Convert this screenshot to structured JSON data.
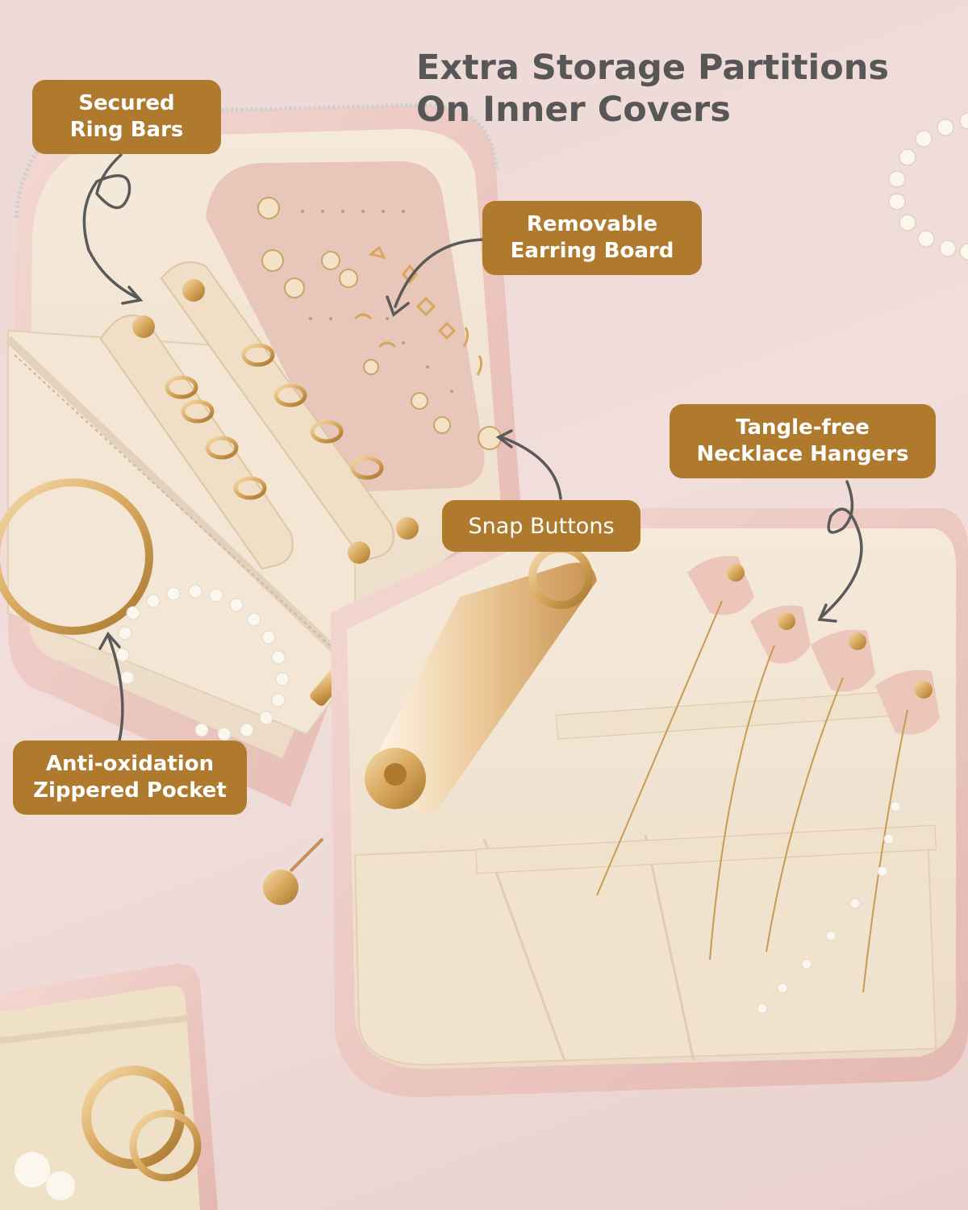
{
  "heading": {
    "line1": "Extra Storage Partitions",
    "line2": "On Inner Covers"
  },
  "callouts": {
    "ring_bars": {
      "line1": "Secured",
      "line2": "Ring Bars"
    },
    "earring_board": {
      "line1": "Removable",
      "line2": "Earring Board"
    },
    "necklace_hangers": {
      "line1": "Tangle-free",
      "line2": "Necklace Hangers"
    },
    "snap_buttons": {
      "label": "Snap Buttons"
    },
    "zippered_pocket": {
      "line1": "Anti-oxidation",
      "line2": "Zippered Pocket"
    }
  },
  "colors": {
    "callout_fill": "#b07a2e",
    "heading_text": "#575757",
    "case_pink": "#edc9c2",
    "lining_cream": "#f2e3cf",
    "gold": "#d7a75c",
    "arrow": "#5a5a5a"
  }
}
